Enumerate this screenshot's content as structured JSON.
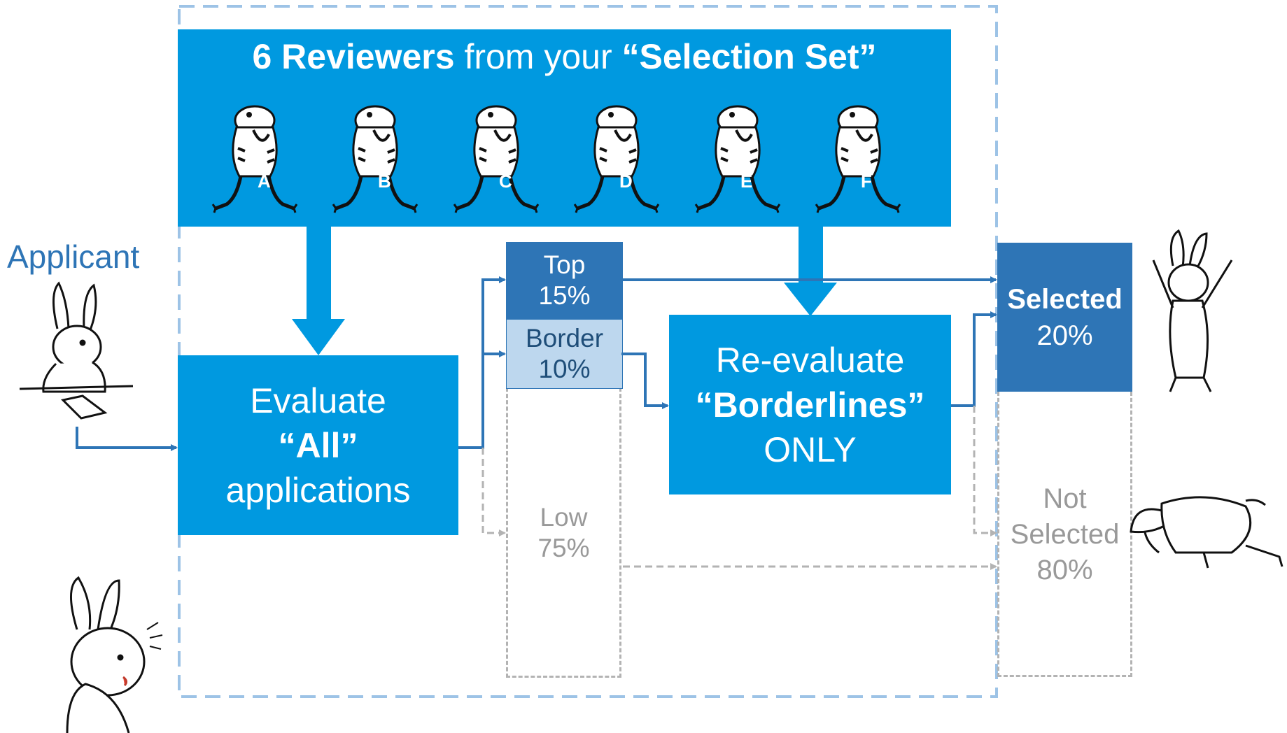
{
  "banner": {
    "title_bold_1": "6 Reviewers",
    "title_mid": " from your ",
    "title_bold_2": "“Selection Set”",
    "reviewers": [
      "A",
      "B",
      "C",
      "D",
      "E",
      "F"
    ]
  },
  "applicant_label": "Applicant",
  "evaluate": {
    "line1": "Evaluate",
    "line2": "“All”",
    "line3": "applications"
  },
  "tiers": {
    "top": {
      "label": "Top",
      "pct": "15%"
    },
    "border": {
      "label": "Border",
      "pct": "10%"
    },
    "low": {
      "label": "Low",
      "pct": "75%"
    }
  },
  "reevaluate": {
    "line1": "Re-evaluate",
    "line2": "“Borderlines”",
    "line3": "ONLY"
  },
  "selected": {
    "label": "Selected",
    "pct": "20%"
  },
  "not_selected": {
    "line1": "Not",
    "line2": "Selected",
    "pct": "80%"
  },
  "colors": {
    "primary_blue": "#0099e0",
    "dark_blue": "#2e75b6",
    "light_blue": "#bdd7ee",
    "dashed_frame": "#9dc3e6",
    "grey": "#b3b3b3"
  }
}
